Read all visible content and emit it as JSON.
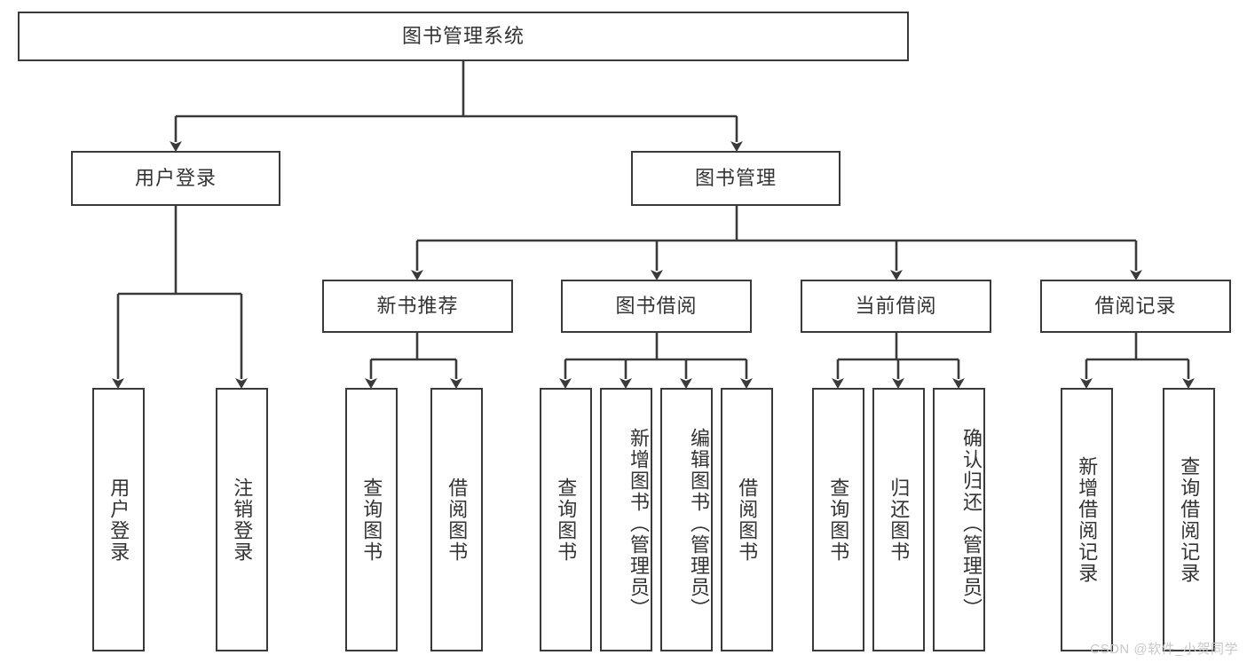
{
  "diagram": {
    "type": "tree",
    "title": "图书管理系统",
    "root": {
      "label": "图书管理系统"
    },
    "level1": [
      {
        "label": "用户登录"
      },
      {
        "label": "图书管理"
      }
    ],
    "level2": [
      {
        "label": "新书推荐"
      },
      {
        "label": "图书借阅"
      },
      {
        "label": "当前借阅"
      },
      {
        "label": "借阅记录"
      }
    ],
    "leaves": {
      "user_login": [
        {
          "label": "用户登录"
        },
        {
          "label": "注销登录"
        }
      ],
      "new_book_recommend": [
        {
          "label": "查询图书"
        },
        {
          "label": "借阅图书"
        }
      ],
      "book_borrow": [
        {
          "label": "查询图书"
        },
        {
          "label": "新增图书（管理员）"
        },
        {
          "label": "编辑图书（管理员）"
        },
        {
          "label": "借阅图书"
        }
      ],
      "current_borrow": [
        {
          "label": "查询图书"
        },
        {
          "label": "归还图书"
        },
        {
          "label": "确认归还（管理员）"
        }
      ],
      "borrow_record": [
        {
          "label": "新增借阅记录"
        },
        {
          "label": "查询借阅记录"
        }
      ]
    },
    "colors": {
      "border": "#3a3a3a",
      "text": "#333333",
      "background": "#ffffff",
      "connector": "#3a3a3a",
      "watermark": "#c9c9c9"
    }
  },
  "watermark": {
    "text": "CSDN @软件_小贺同学"
  }
}
